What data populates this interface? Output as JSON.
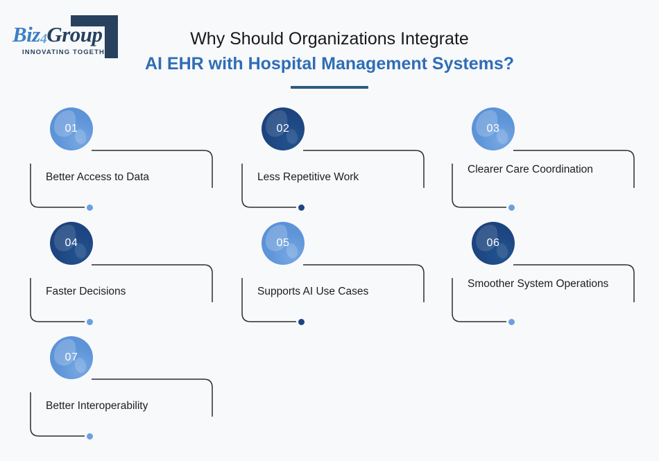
{
  "brand": {
    "logo_word_part1": "Biz",
    "logo_word_sub": "4",
    "logo_word_part2": "Group",
    "logo_tagline": "INNOVATING TOGETHER",
    "mark_color": "#27415e"
  },
  "header": {
    "title_line1": "Why Should Organizations Integrate",
    "title_line2": "AI EHR with Hospital Management Systems?",
    "title_line1_color": "#18191b",
    "title_line2_color": "#2f6db5",
    "rule_color": "#2e5b80"
  },
  "theme": {
    "background": "#f8f9fb",
    "accent_light": "#5e95d9",
    "accent_dark": "#1d4682",
    "line_color": "#2c2c2c",
    "text_color": "#1c1d1f"
  },
  "cards": [
    {
      "number": "01",
      "label": "Better Access to Data",
      "badge_style": "light",
      "dot_style": "light"
    },
    {
      "number": "02",
      "label": "Less Repetitive Work",
      "badge_style": "dark",
      "dot_style": "dark"
    },
    {
      "number": "03",
      "label": "Clearer Care Coordination",
      "badge_style": "light",
      "dot_style": "light"
    },
    {
      "number": "04",
      "label": "Faster Decisions",
      "badge_style": "dark",
      "dot_style": "light"
    },
    {
      "number": "05",
      "label": "Supports AI Use Cases",
      "badge_style": "light",
      "dot_style": "dark"
    },
    {
      "number": "06",
      "label": "Smoother System Operations",
      "badge_style": "dark",
      "dot_style": "light"
    },
    {
      "number": "07",
      "label": "Better Interoperability",
      "badge_style": "light",
      "dot_style": "light"
    }
  ]
}
